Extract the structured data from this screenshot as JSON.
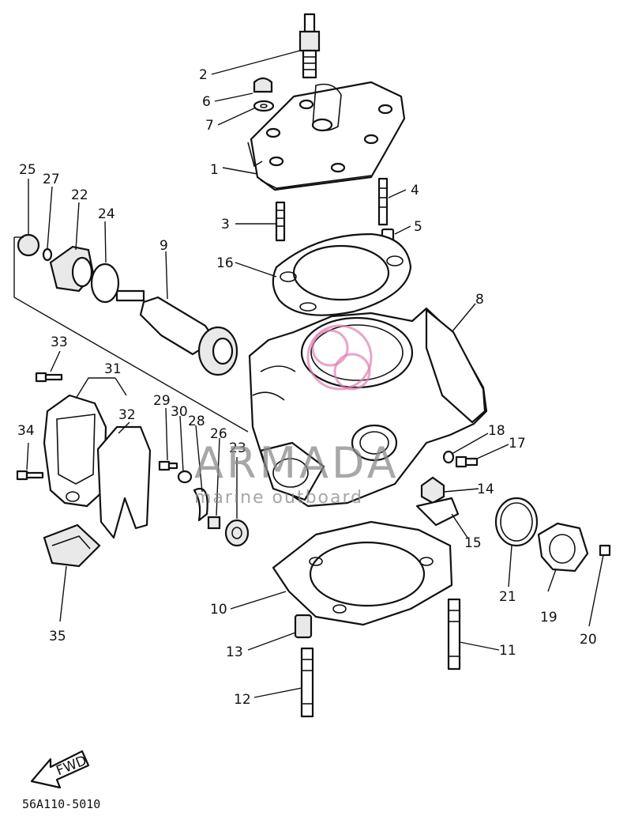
{
  "diagram_code": "56A110-5010",
  "fwd_label": "FWD",
  "watermark": {
    "title": "ARMADA",
    "subtitle": "marine outboard",
    "accent": "#e07fb0"
  },
  "labels": [
    "1",
    "2",
    "3",
    "4",
    "5",
    "6",
    "7",
    "8",
    "9",
    "10",
    "11",
    "12",
    "13",
    "14",
    "15",
    "16",
    "17",
    "18",
    "19",
    "20",
    "21",
    "22",
    "23",
    "24",
    "25",
    "26",
    "27",
    "28",
    "29",
    "30",
    "31",
    "32",
    "33",
    "34",
    "35"
  ]
}
